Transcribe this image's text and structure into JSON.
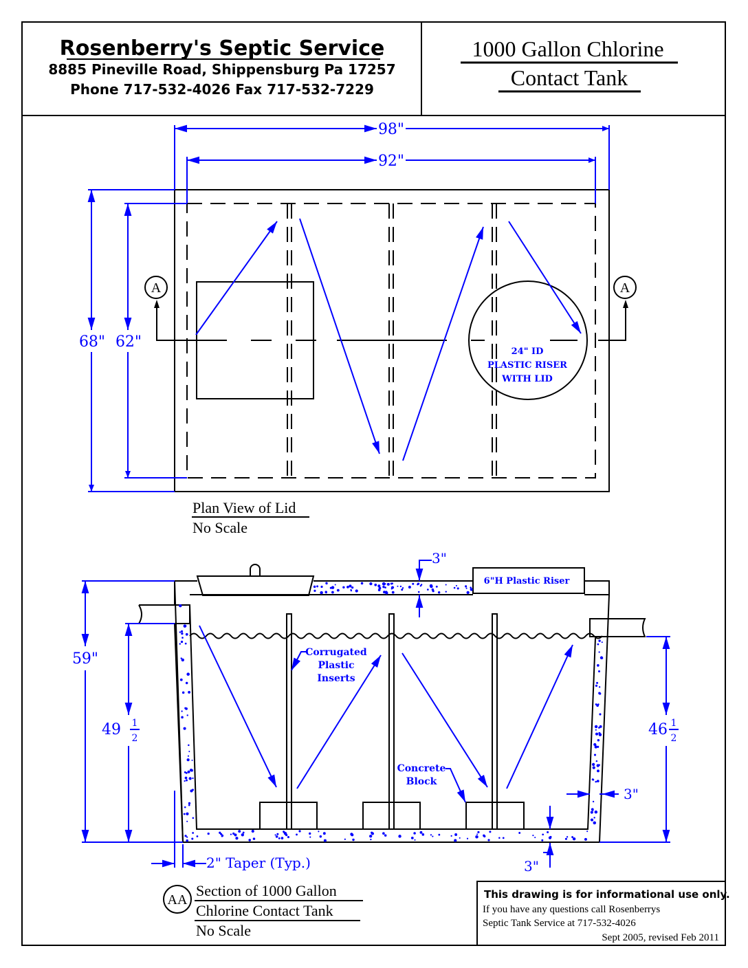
{
  "company": {
    "name": "Rosenberry's Septic Service",
    "address": "8885 Pineville Road, Shippensburg Pa 17257",
    "phone": "Phone 717-532-4026 Fax 717-532-7229"
  },
  "title": {
    "line1": "1000 Gallon Chlorine",
    "line2": "Contact Tank"
  },
  "plan": {
    "dim_length_outer": "98\"",
    "dim_length_inner": "92\"",
    "dim_width_outer": "68\"",
    "dim_width_inner": "62\"",
    "section_marker": "A",
    "riser_label": [
      "24\" ID",
      "PLASTIC RISER",
      "WITH LID"
    ],
    "caption": "Plan View of Lid",
    "scale": "No Scale"
  },
  "section": {
    "dim_top": "3\"",
    "riser": "6\"H Plastic Riser",
    "dim_height": "59\"",
    "dim_inlet_whole": "49",
    "dim_outlet_whole": "46",
    "half_num": "1",
    "half_den": "2",
    "inserts": [
      "Corrugated",
      "Plastic",
      "Inserts"
    ],
    "block": [
      "Concrete",
      "Block"
    ],
    "dim_wall": "3\"",
    "dim_bottom": "3\"",
    "taper": "2\" Taper (Typ.)",
    "marker": "AA",
    "caption1": "Section of 1000 Gallon",
    "caption2": "Chlorine Contact Tank",
    "scale": "No Scale"
  },
  "note": {
    "bold": "This drawing is for informational use only.",
    "l1": "If you have any questions call Rosenberrys",
    "l2": "Septic Tank Service at 717-532-4026",
    "date": "Sept 2005, revised Feb 2011"
  },
  "colors": {
    "dimension": "#0000ff",
    "line": "#000000"
  }
}
